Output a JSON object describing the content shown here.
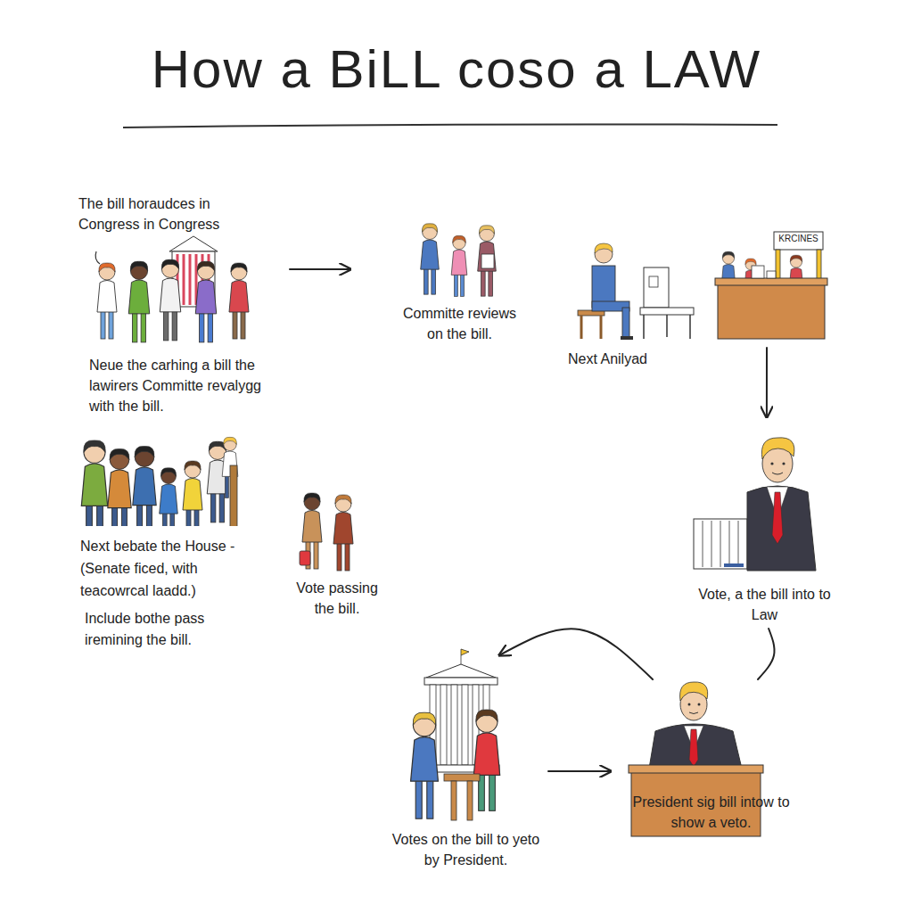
{
  "diagram": {
    "title": "How a BiLL coso a LAW",
    "nodes": [
      {
        "text": [
          "The bill horaudces in Congress in Congress",
          "Neue the carhing a bill the lawirers Committe revalygg with the bill."
        ]
      },
      {
        "text": [
          "Committe reviews on the bill."
        ]
      },
      {
        "text": [
          "Next Anilyad"
        ]
      },
      {
        "text": [
          "KRCINES"
        ]
      },
      {
        "text": [
          "Next bebate the House - (Senate ficed, with teacowrcal laadd.)",
          "Include bothe pass iremining the bill."
        ]
      },
      {
        "text": [
          "Vote passing the bill."
        ]
      },
      {
        "text": [
          "Vote, a the bill into to Law"
        ]
      },
      {
        "text": [
          "Votes on the bill to yeto by President."
        ]
      },
      {
        "text": [
          "President sig bill intow to show a veto."
        ]
      }
    ],
    "edges": [
      {
        "from": 0,
        "to": 1,
        "arrow": "to"
      },
      {
        "from": 3,
        "to": 6,
        "arrow": "to"
      },
      {
        "from": 8,
        "to": 7,
        "arrow": "to"
      },
      {
        "from": 7,
        "to": 8,
        "arrow": "to"
      },
      {
        "from": 6,
        "to": 8,
        "arrow": "none"
      }
    ]
  }
}
